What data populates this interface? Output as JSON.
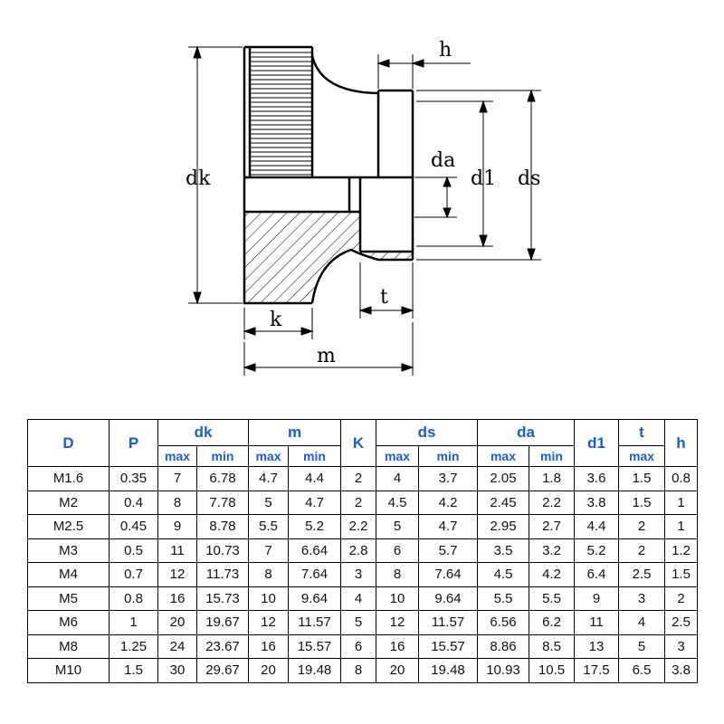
{
  "drawing": {
    "labels": {
      "dk": "dk",
      "h": "h",
      "da": "da",
      "d1": "d1",
      "ds": "ds",
      "k": "k",
      "t": "t",
      "m": "m"
    }
  },
  "table": {
    "headers": {
      "D": "D",
      "P": "P",
      "dk": "dk",
      "m": "m",
      "K": "K",
      "ds": "ds",
      "da": "da",
      "d1": "d1",
      "t": "t",
      "h": "h",
      "max": "max",
      "min": "min"
    },
    "rows": [
      [
        "M1.6",
        "0.35",
        "7",
        "6.78",
        "4.7",
        "4.4",
        "2",
        "4",
        "3.7",
        "2.05",
        "1.8",
        "3.6",
        "1.5",
        "0.8"
      ],
      [
        "M2",
        "0.4",
        "8",
        "7.78",
        "5",
        "4.7",
        "2",
        "4.5",
        "4.2",
        "2.45",
        "2.2",
        "3.8",
        "1.5",
        "1"
      ],
      [
        "M2.5",
        "0.45",
        "9",
        "8.78",
        "5.5",
        "5.2",
        "2.2",
        "5",
        "4.7",
        "2.95",
        "2.7",
        "4.4",
        "2",
        "1"
      ],
      [
        "M3",
        "0.5",
        "11",
        "10.73",
        "7",
        "6.64",
        "2.8",
        "6",
        "5.7",
        "3.5",
        "3.2",
        "5.2",
        "2",
        "1.2"
      ],
      [
        "M4",
        "0.7",
        "12",
        "11.73",
        "8",
        "7.64",
        "3",
        "8",
        "7.64",
        "4.5",
        "4.2",
        "6.4",
        "2.5",
        "1.5"
      ],
      [
        "M5",
        "0.8",
        "16",
        "15.73",
        "10",
        "9.64",
        "4",
        "10",
        "9.64",
        "5.5",
        "5.5",
        "9",
        "3",
        "2"
      ],
      [
        "M6",
        "1",
        "20",
        "19.67",
        "12",
        "11.57",
        "5",
        "12",
        "11.57",
        "6.56",
        "6.2",
        "11",
        "4",
        "2.5"
      ],
      [
        "M8",
        "1.25",
        "24",
        "23.67",
        "16",
        "15.57",
        "6",
        "16",
        "15.57",
        "8.86",
        "8.5",
        "13",
        "5",
        "3"
      ],
      [
        "M10",
        "1.5",
        "30",
        "29.67",
        "20",
        "19.48",
        "8",
        "20",
        "19.48",
        "10.93",
        "10.5",
        "17.5",
        "6.5",
        "3.8"
      ]
    ]
  }
}
